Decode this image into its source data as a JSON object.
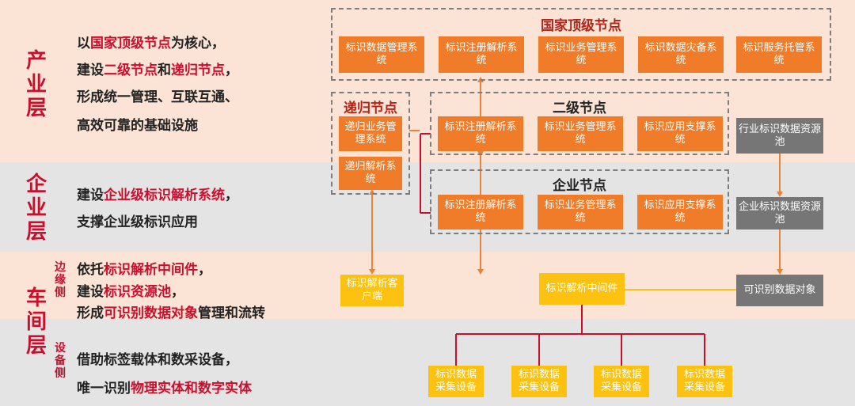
{
  "layers": {
    "industry": "产业层",
    "enterprise": "企业层",
    "workshop": "车间层",
    "edge_side": "边缘侧",
    "device_side": "设备侧"
  },
  "descriptions": {
    "industry": [
      [
        {
          "t": "以",
          "hl": false
        },
        {
          "t": "国家顶级节点",
          "hl": true
        },
        {
          "t": "为核心，",
          "hl": false
        }
      ],
      [
        {
          "t": "建设",
          "hl": false
        },
        {
          "t": "二级节点",
          "hl": true
        },
        {
          "t": "和",
          "hl": false
        },
        {
          "t": "递归节点",
          "hl": true
        },
        {
          "t": "，",
          "hl": false
        }
      ],
      [
        {
          "t": "形成统一管理、互联互通、",
          "hl": false
        }
      ],
      [
        {
          "t": "高效可靠的基础设施",
          "hl": false
        }
      ]
    ],
    "enterprise": [
      [
        {
          "t": "建设",
          "hl": false
        },
        {
          "t": "企业级标识解析系统",
          "hl": true
        },
        {
          "t": "，",
          "hl": false
        }
      ],
      [
        {
          "t": "支撑企业级标识应用",
          "hl": false
        }
      ]
    ],
    "edge": [
      [
        {
          "t": "依托",
          "hl": false
        },
        {
          "t": "标识解析中间件",
          "hl": true
        },
        {
          "t": "，",
          "hl": false
        }
      ],
      [
        {
          "t": "建设",
          "hl": false
        },
        {
          "t": "标识资源池",
          "hl": true
        },
        {
          "t": "，",
          "hl": false
        }
      ],
      [
        {
          "t": "形成",
          "hl": false
        },
        {
          "t": "可识别数据对象",
          "hl": true
        },
        {
          "t": "管理和流转",
          "hl": false
        }
      ]
    ],
    "device": [
      [
        {
          "t": "借助标签载体和数采设备，",
          "hl": false
        }
      ],
      [
        {
          "t": "唯一识别",
          "hl": false
        },
        {
          "t": "物理实体和数字实体",
          "hl": true
        }
      ]
    ]
  },
  "national_node": {
    "title": "国家顶级节点",
    "boxes": [
      "标识数据管理系统",
      "标识注册解析系统",
      "标识业务管理系统",
      "标识数据灾备系统",
      "标识服务托管系统"
    ]
  },
  "recursive_node": {
    "title": "递归节点",
    "boxes": [
      "递归业务管理系统",
      "递归解析系统"
    ]
  },
  "secondary_node": {
    "title": "二级节点",
    "boxes": [
      "标识注册解析系统",
      "标识业务管理系统",
      "标识应用支撑系统"
    ]
  },
  "enterprise_node": {
    "title": "企业节点",
    "boxes": [
      "标识注册解析系统",
      "标识业务管理系统",
      "标识应用支撑系统"
    ]
  },
  "pools": {
    "industry": "行业标识数据资源池",
    "enterprise": "企业标识数据资源池",
    "objects": "可识别数据对象"
  },
  "edge_boxes": {
    "client": "标识解析客户端",
    "middleware": "标识解析中间件"
  },
  "devices": [
    "标识数据采集设备",
    "标识数据采集设备",
    "标识数据采集设备",
    "标识数据采集设备"
  ],
  "colors": {
    "accent_red": "#c8102e",
    "box_orange": "#f07c2a",
    "box_gray": "#767676",
    "box_yellow": "#fcc20f",
    "band_pink": "#fbe3d6",
    "band_gray": "#e4e4e4"
  }
}
